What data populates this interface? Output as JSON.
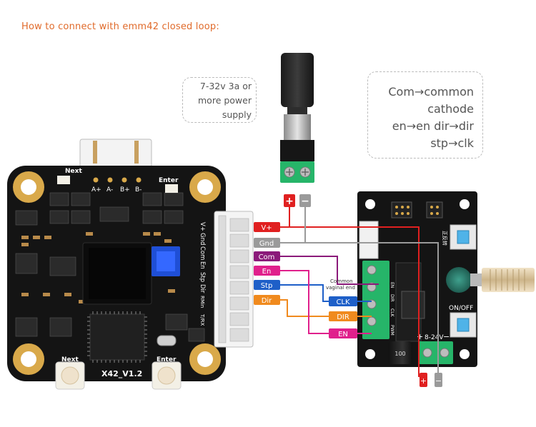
{
  "title": "How to connect with emm42 closed loop:",
  "power_note": [
    "7-32v 3a or",
    "more power",
    "supply"
  ],
  "wiring_note": [
    "Com→common",
    "cathode",
    "en→en dir→dir",
    "stp→clk"
  ],
  "motor_header_labels": [
    "A+",
    "A-",
    "B+",
    "B-"
  ],
  "board_side_labels": [
    "V+",
    "Gnd",
    "Com",
    "En",
    "Stp",
    "Dir",
    "RMin",
    "T/RX"
  ],
  "button_next": "Next",
  "button_enter": "Enter",
  "board_name": "X42_V1.2",
  "input_tags": [
    {
      "label": "V+",
      "color": "#e02020"
    },
    {
      "label": "Gnd",
      "color": "#9a9a9a"
    },
    {
      "label": "Com",
      "color": "#8b1a7a"
    },
    {
      "label": "En",
      "color": "#e0208c"
    },
    {
      "label": "Stp",
      "color": "#1e5fc8"
    },
    {
      "label": "Dir",
      "color": "#f08a1e"
    }
  ],
  "common_note": [
    "Common",
    "vaginal end"
  ],
  "controller_tags": [
    {
      "label": "CLK",
      "color": "#1e5fc8"
    },
    {
      "label": "DIR",
      "color": "#f08a1e"
    },
    {
      "label": "EN",
      "color": "#e0208c"
    }
  ],
  "jack_terminals": {
    "plus": "+",
    "minus": "−"
  },
  "controller_power": {
    "label": "8-24V",
    "plus": "+",
    "minus": "−"
  },
  "controller_labels": {
    "onoff": "ON/OFF",
    "direction": "正反转"
  },
  "driver_labels": {
    "en": "EN",
    "dir": "DIR",
    "clk": "CLK",
    "pwm": "PWM"
  },
  "capacitor_label": "100"
}
